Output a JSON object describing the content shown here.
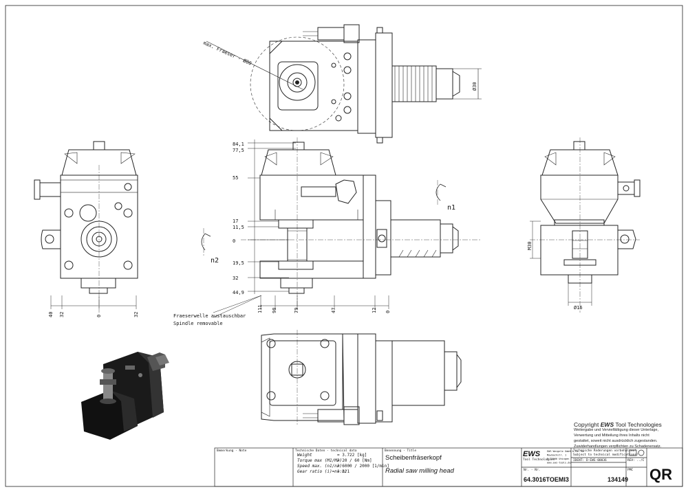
{
  "drawing": {
    "top_view": {
      "annotation": "max. Fraeser - Ø80",
      "dim_shank": "Ø30"
    },
    "front_view": {
      "vertical_dims": [
        "84,1",
        "77,5",
        "55",
        "17",
        "11,5",
        "0",
        "19,5",
        "32",
        "44,9"
      ],
      "horizontal_dims": [
        "111",
        "98",
        "79",
        "47",
        "12",
        "0"
      ],
      "rotation_label": "n1",
      "spindle_note_de": "Fraeserwelle austauschbar",
      "spindle_note_en": "Spindle removable"
    },
    "left_view": {
      "horizontal_dims": [
        "40",
        "32",
        "0",
        "32"
      ],
      "rotation_label": "n2"
    },
    "right_view": {
      "thread": "M30",
      "dim_diameter": "Ø16"
    }
  },
  "copyright": {
    "title_prefix": "Copyright ",
    "title_brand": "EWS",
    "title_suffix": " Tool Technologies",
    "lines": [
      "Weitergabe und Vervielfältigung dieser Unterlage,",
      "Verwertung und Mitteilung ihres Inhalts nicht",
      "gestattet, soweit nicht ausdrücklich zugestanden.",
      "Zuwiderhandlungen verpflichten zu Schadenersatz."
    ]
  },
  "title_block": {
    "remark_label": "Bemerkung - Note",
    "tech_label": "Technische Daten - technical data",
    "tech_rows": [
      {
        "label": "Weight",
        "value": "= 3.722 [kg]"
      },
      {
        "label": "Torque max (M1/M2)",
        "value": "= 20 / 60 [Nm]"
      },
      {
        "label": "Speed max. (n1/n2)",
        "value": "= 6000 / 2000 [1/min]"
      },
      {
        "label": "Gear ratio (i)=n1:n2",
        "value": "= 3:1"
      }
    ],
    "name_label": "Benennung - Title",
    "title_de": "Scheibenfräserkopf",
    "title_en": "Radial saw milling head",
    "logo": "EWS",
    "logo_sub": "Tool Technologies",
    "company_lines": [
      "EWS Weigele GmbH & Co. KG",
      "Maybachstr. 1",
      "D-73066 Uhingen",
      "www.ews-tools.de"
    ],
    "change_note_de": "Technische Änderungen vorbehalten!",
    "change_note_en": "Subject to technical modifications!",
    "ident": "IDENT:  D-EWS-00036",
    "rev": "REV:  ../C",
    "part_label": "Nr. - Nr.",
    "part_number": "64.3016TOEMI3",
    "code_label": "PMC",
    "code": "134149",
    "badge": "QR"
  }
}
